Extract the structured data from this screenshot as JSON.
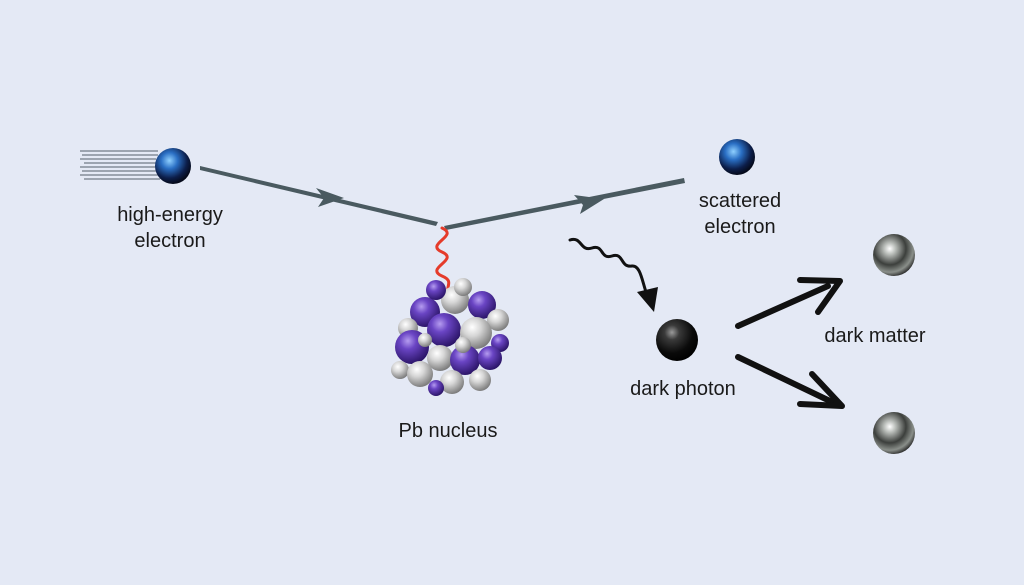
{
  "labels": {
    "incoming_line1": "high-energy",
    "incoming_line2": "electron",
    "scattered_line1": "scattered",
    "scattered_line2": "electron",
    "nucleus": "Pb nucleus",
    "dark_photon": "dark photon",
    "dark_matter": "dark matter"
  },
  "colors": {
    "background": "#e4e9f5",
    "electron_path": "#4a5a60",
    "virtual_photon": "#e53b2a",
    "proton": "#5b3aa8",
    "neutron": "#c9c9c9",
    "arrows": "#111111"
  }
}
